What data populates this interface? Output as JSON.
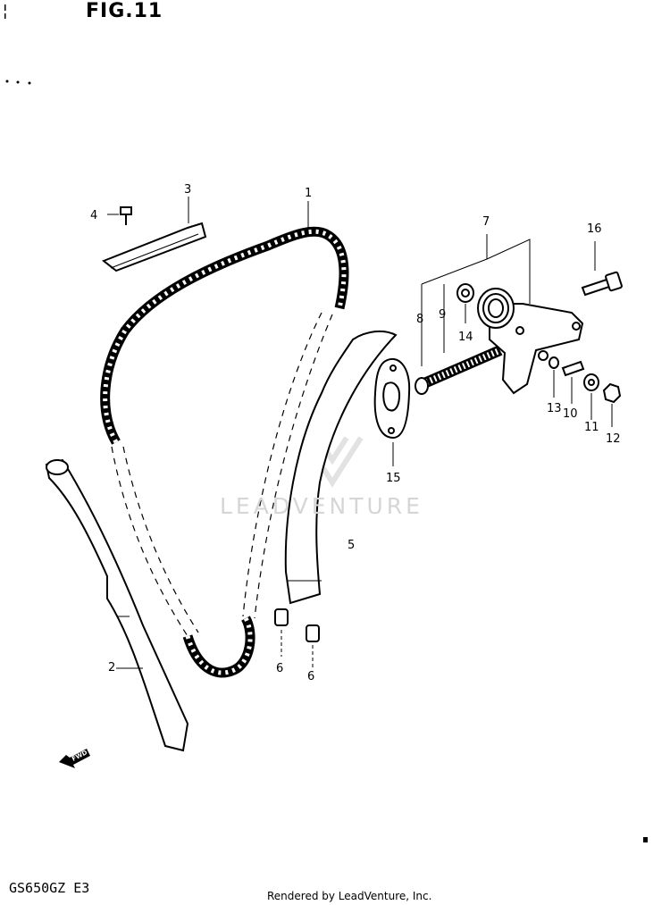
{
  "title": "FIG.11",
  "model_code": "GS650GZ  E3",
  "footer": "Rendered by LeadVenture, Inc.",
  "watermark": "LEADVENTURE",
  "direction_label": "FWD",
  "callouts": [
    "1",
    "2",
    "3",
    "4",
    "5",
    "6",
    "6",
    "7",
    "8",
    "9",
    "10",
    "11",
    "12",
    "13",
    "14",
    "15",
    "16"
  ]
}
